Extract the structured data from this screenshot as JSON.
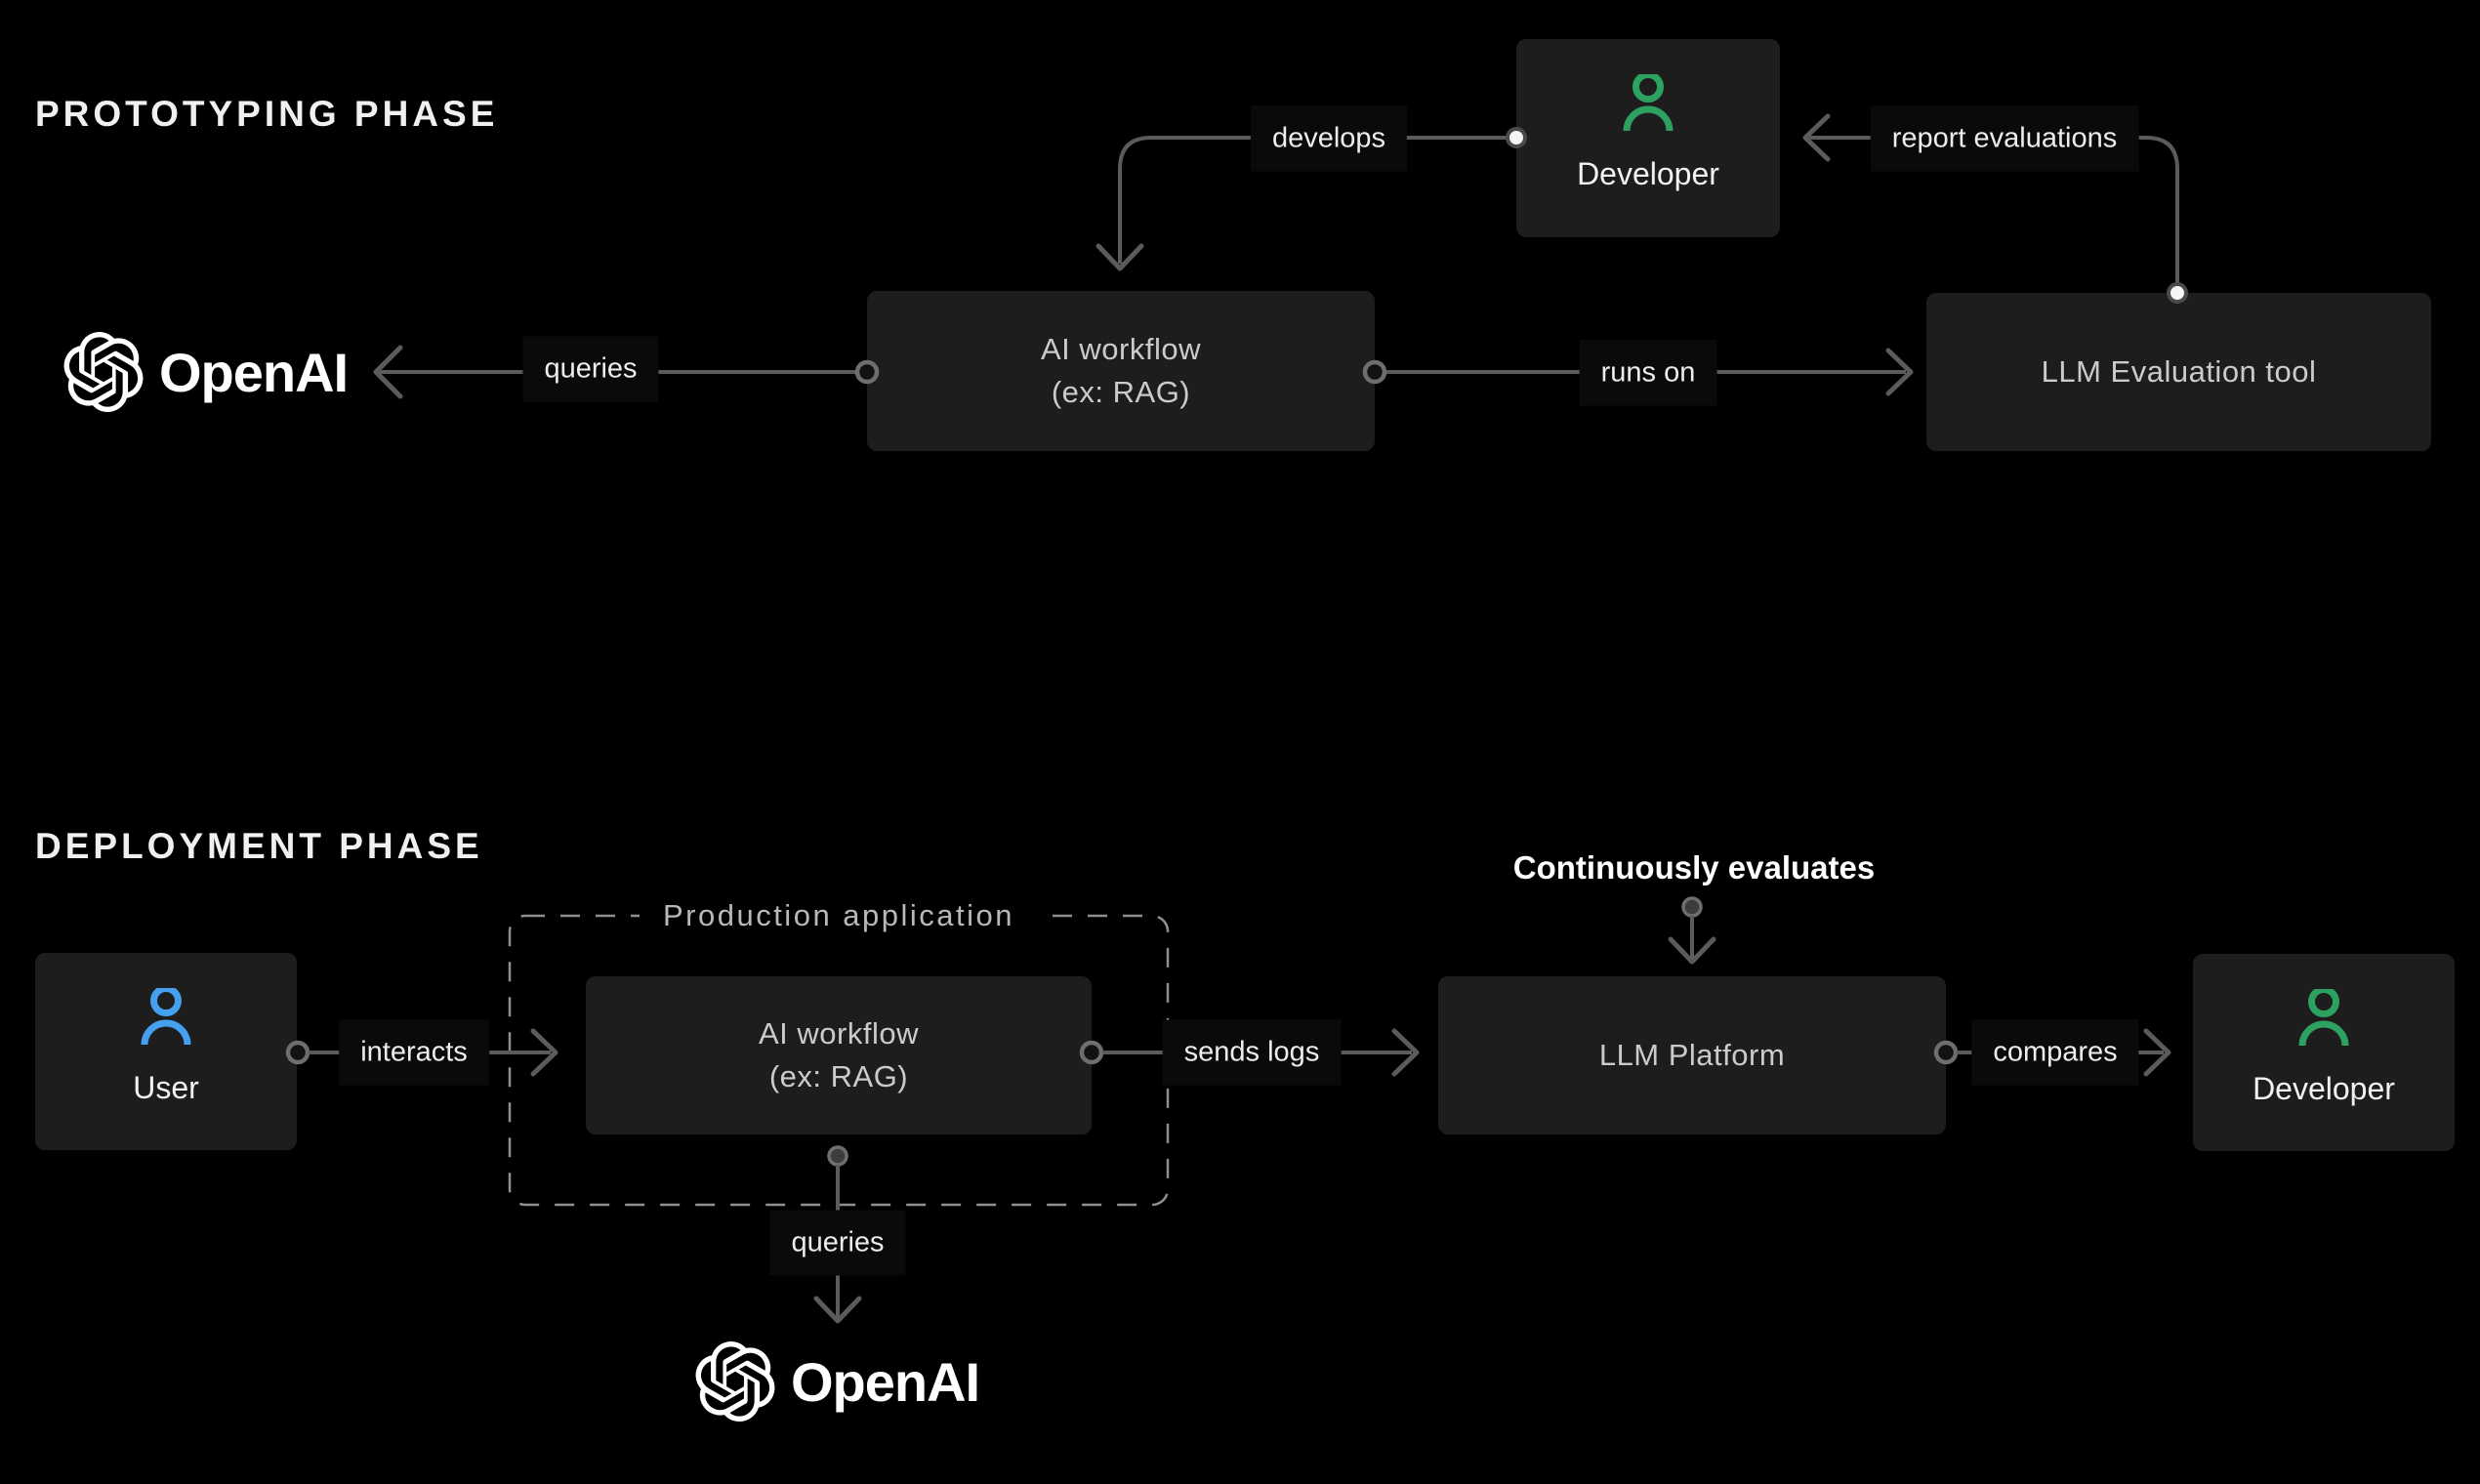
{
  "colors": {
    "background": "#000000",
    "node_bg": "#1d1d1e",
    "line": "#5b5b5b",
    "dashed_border": "#8f8f8f",
    "person_green": "#2da160",
    "person_blue": "#46a0f0",
    "openai_white": "#ffffff"
  },
  "prototyping": {
    "title": "PROTOTYPING PHASE",
    "openai_wordmark": "OpenAI",
    "nodes": {
      "ai_workflow": {
        "line1": "AI workflow",
        "line2": "(ex: RAG)"
      },
      "developer": {
        "label": "Developer"
      },
      "llm_evaluation_tool": {
        "label": "LLM Evaluation tool"
      }
    },
    "edges": {
      "queries": "queries",
      "develops": "develops",
      "runs_on": "runs on",
      "report_evaluations": "report evaluations"
    }
  },
  "deployment": {
    "title": "DEPLOYMENT PHASE",
    "openai_wordmark": "OpenAI",
    "container": {
      "label": "Production application"
    },
    "nodes": {
      "user": {
        "label": "User"
      },
      "ai_workflow": {
        "line1": "AI workflow",
        "line2": "(ex: RAG)"
      },
      "llm_platform": {
        "label": "LLM Platform"
      },
      "developer": {
        "label": "Developer"
      }
    },
    "edges": {
      "interacts": "interacts",
      "sends_logs": "sends logs",
      "compares": "compares",
      "queries": "queries",
      "continuously_evaluates": "Continuously evaluates"
    }
  }
}
